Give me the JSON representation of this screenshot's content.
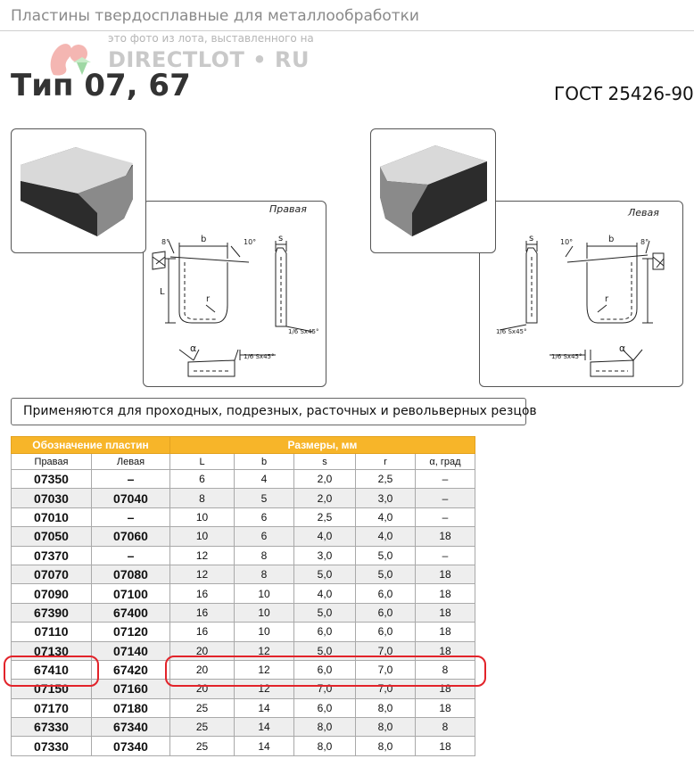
{
  "header": {
    "title": "Пластины твердосплавные для металлообработки",
    "watermark_caption": "это фото из лота, выставленного на",
    "watermark_brand": "DIRECTLOT • RU",
    "type_title": "Тип 07, 67",
    "standard": "ГОСТ 25426-90"
  },
  "drawings": {
    "right": {
      "label": "Правая",
      "angle_top": "8°",
      "angle_clear": "10°",
      "dim_b": "b",
      "dim_s": "s",
      "dim_L": "L",
      "dim_r": "r",
      "chamfer": "1/6 Sx45°",
      "alpha": "α",
      "chamfer2": "1/6 Sx45°"
    },
    "left": {
      "label": "Левая",
      "angle_top": "8°",
      "angle_clear": "10°",
      "dim_b": "b",
      "dim_s": "s",
      "dim_r": "r",
      "chamfer": "1/6 Sx45°",
      "alpha": "α",
      "chamfer2": "1/6 Sx45°"
    }
  },
  "note": "Применяются для проходных, подрезных, расточных и револьверных резцов",
  "table": {
    "group_designation": "Обозначение пластин",
    "group_dimensions": "Размеры, мм",
    "columns": [
      "Правая",
      "Левая",
      "L",
      "b",
      "s",
      "r",
      "α, град"
    ],
    "rows": [
      [
        "07350",
        "–",
        "6",
        "4",
        "2,0",
        "2,5",
        "–"
      ],
      [
        "07030",
        "07040",
        "8",
        "5",
        "2,0",
        "3,0",
        "–"
      ],
      [
        "07010",
        "–",
        "10",
        "6",
        "2,5",
        "4,0",
        "–"
      ],
      [
        "07050",
        "07060",
        "10",
        "6",
        "4,0",
        "4,0",
        "18"
      ],
      [
        "07370",
        "–",
        "12",
        "8",
        "3,0",
        "5,0",
        "–"
      ],
      [
        "07070",
        "07080",
        "12",
        "8",
        "5,0",
        "5,0",
        "18"
      ],
      [
        "07090",
        "07100",
        "16",
        "10",
        "4,0",
        "6,0",
        "18"
      ],
      [
        "67390",
        "67400",
        "16",
        "10",
        "5,0",
        "6,0",
        "18"
      ],
      [
        "07110",
        "07120",
        "16",
        "10",
        "6,0",
        "6,0",
        "18"
      ],
      [
        "07130",
        "07140",
        "20",
        "12",
        "5,0",
        "7,0",
        "18"
      ],
      [
        "67410",
        "67420",
        "20",
        "12",
        "6,0",
        "7,0",
        "8"
      ],
      [
        "07150",
        "07160",
        "20",
        "12",
        "7,0",
        "7,0",
        "18"
      ],
      [
        "07170",
        "07180",
        "25",
        "14",
        "6,0",
        "8,0",
        "18"
      ],
      [
        "67330",
        "67340",
        "25",
        "14",
        "8,0",
        "8,0",
        "8"
      ],
      [
        "07330",
        "07340",
        "25",
        "14",
        "8,0",
        "8,0",
        "18"
      ]
    ],
    "highlighted_row": 10
  },
  "colors": {
    "header_accent": "#f7b529",
    "highlight": "#e2232a",
    "alt_row": "#eeeeee"
  }
}
